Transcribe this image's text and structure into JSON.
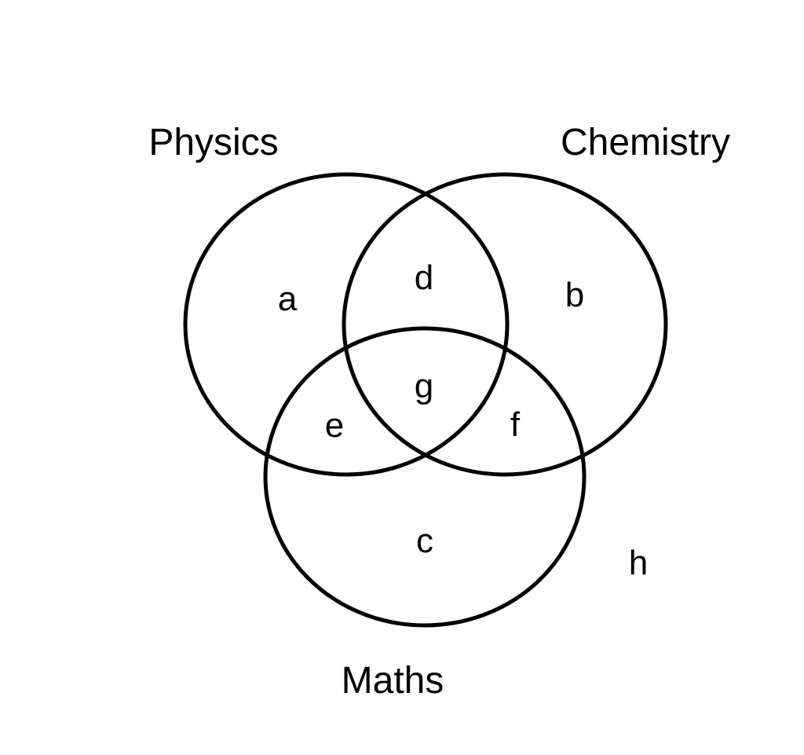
{
  "sets": {
    "physics": "Physics",
    "chemistry": "Chemistry",
    "maths": "Maths"
  },
  "regions": {
    "physics_only": "a",
    "chemistry_only": "b",
    "maths_only": "c",
    "physics_chemistry": "d",
    "physics_maths": "e",
    "chemistry_maths": "f",
    "all_three": "g",
    "outside": "h"
  },
  "colors": {
    "stroke": "#000000",
    "text": "#000000",
    "background": "#ffffff"
  }
}
